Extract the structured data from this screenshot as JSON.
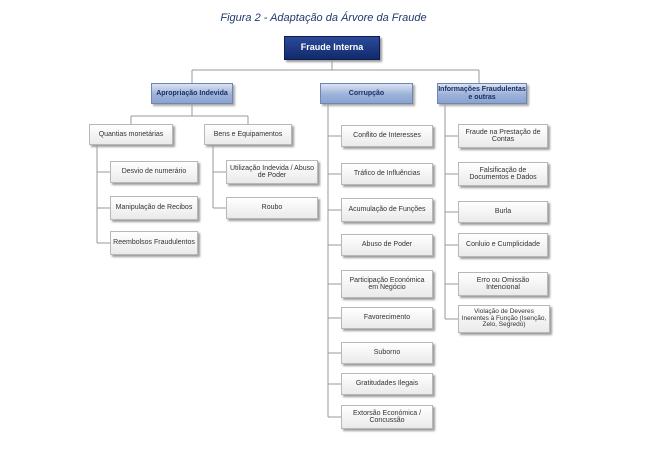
{
  "caption": "Figura 2 - Adaptação da Árvore da Fraude",
  "root": "Fraude Interna",
  "categories": [
    {
      "label": "Apropriação Indevida",
      "subgroups": [
        {
          "label": "Quantias monetárias",
          "items": [
            "Desvio de numerário",
            "Manipulação de Recibos",
            "Reembolsos Fraudulentos"
          ]
        },
        {
          "label": "Bens e Equipamentos",
          "items": [
            "Utilização Indevida / Abuso de Poder",
            "Roubo"
          ]
        }
      ]
    },
    {
      "label": "Corrupção",
      "items": [
        "Conflito de Interesses",
        "Tráfico de Influências",
        "Acumulação de Funções",
        "Abuso de Poder",
        "Participação Económica em Negócio",
        "Favorecimento",
        "Suborno",
        "Gratitudades Ilegais",
        "Extorsão Económica / Concussão"
      ]
    },
    {
      "label": "Informações Fraudulentas e outras",
      "items": [
        "Fraude na Prestação de Contas",
        "Falsificação de Documentos e Dados",
        "Burla",
        "Conluio e Cumplicidade",
        "Erro ou Omissão Intencional",
        "Violação de Deveres Inerentes à Função (Isenção, Zelo, Segredo)"
      ]
    }
  ]
}
